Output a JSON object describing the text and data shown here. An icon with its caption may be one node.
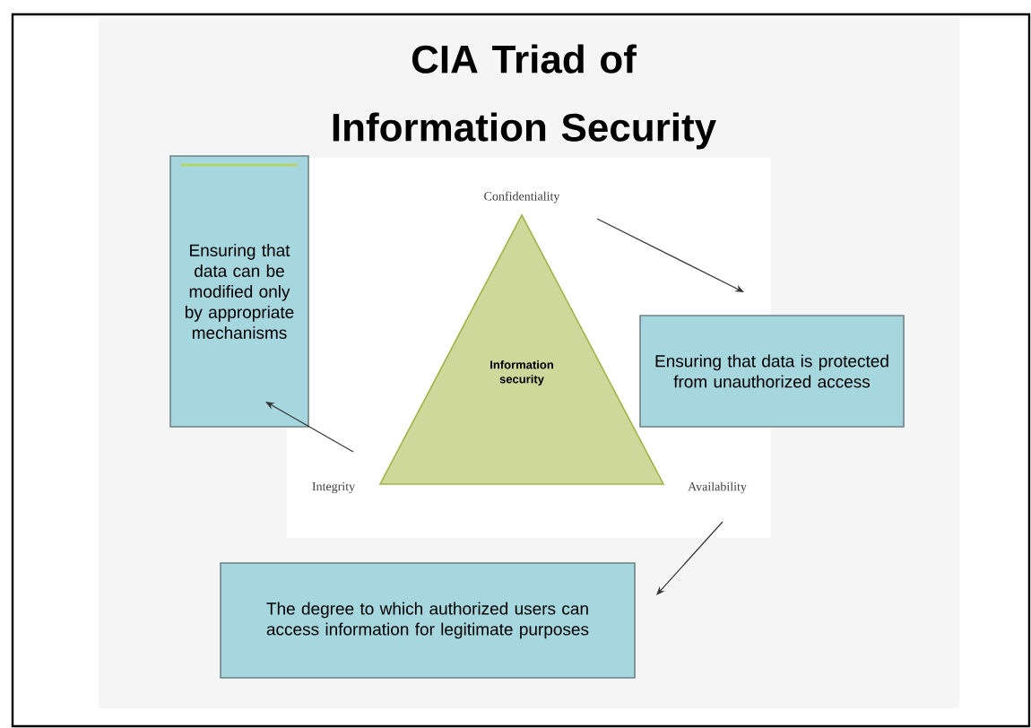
{
  "diagram": {
    "title": "CIA Triad of Information Security",
    "nodes": [
      {
        "text": [
          "Information security"
        ]
      },
      {
        "text": [
          "Confidentiality"
        ]
      },
      {
        "text": [
          "Integrity"
        ]
      },
      {
        "text": [
          "Availability"
        ]
      },
      {
        "text": [
          "Ensuring that data can be modified only by appropriate mechanisms"
        ]
      },
      {
        "text": [
          "Ensuring that data is protected from unauthorized access"
        ]
      },
      {
        "text": [
          "The degree to which authorized users can access information for legitimate purposes"
        ]
      }
    ],
    "edges": [
      {
        "from": 1,
        "to": 5,
        "arrow": "to"
      },
      {
        "from": 2,
        "to": 4,
        "arrow": "to"
      },
      {
        "from": 3,
        "to": 6,
        "arrow": "to"
      }
    ]
  }
}
